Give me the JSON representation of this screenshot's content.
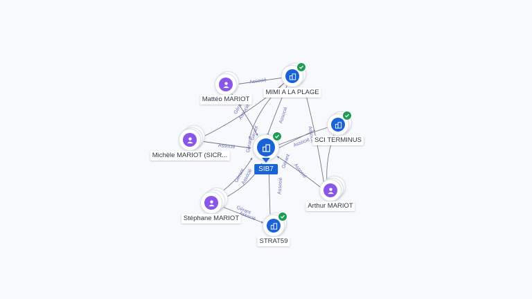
{
  "graph": {
    "main_node": {
      "label": "SIB7"
    },
    "nodes": [
      {
        "id": "matteo",
        "type": "person",
        "label": "Mattéo MARIOT"
      },
      {
        "id": "mimi",
        "type": "company",
        "label": "MIMI A LA PLAGE",
        "verified": true
      },
      {
        "id": "sci",
        "type": "company",
        "label": "SCI TERMINUS",
        "verified": true
      },
      {
        "id": "michele",
        "type": "person",
        "label": "Michèle MARIOT (SICR..."
      },
      {
        "id": "arthur",
        "type": "person",
        "label": "Arthur MARIOT"
      },
      {
        "id": "stephane",
        "type": "person",
        "label": "Stéphane MARIOT"
      },
      {
        "id": "strat59",
        "type": "company",
        "label": "STRAT59",
        "verified": true
      }
    ],
    "edge_labels": {
      "matteo_mimi": "Associé",
      "matteo_sib7": "Gérant",
      "matteo_sib7_2": "Associé",
      "mimi_sib7": "Associé",
      "mimi_sib7_2": "Gérant",
      "sci_sib7": "Associé",
      "sci_arthur": "Associé",
      "michele_sib7": "Associé",
      "michele_sib7_2": "Gérant",
      "arthur_sib7": "Associé",
      "stephane_sib7": "Gérant",
      "stephane_sib7_2": "Associé",
      "stephane_strat59": "Gérant",
      "stephane_strat59_2": "Associé",
      "strat59_sib7": "Associé",
      "strat59_sib7_2": "Gérant"
    }
  },
  "colors": {
    "person": "#8a56e8",
    "company": "#1a63d6",
    "verified": "#1f9d55",
    "edge": "#6f7682",
    "edge_label": "#6a72b4"
  },
  "icons": {
    "person": "user-icon",
    "company": "building-icon",
    "verified": "check-badge-icon"
  }
}
